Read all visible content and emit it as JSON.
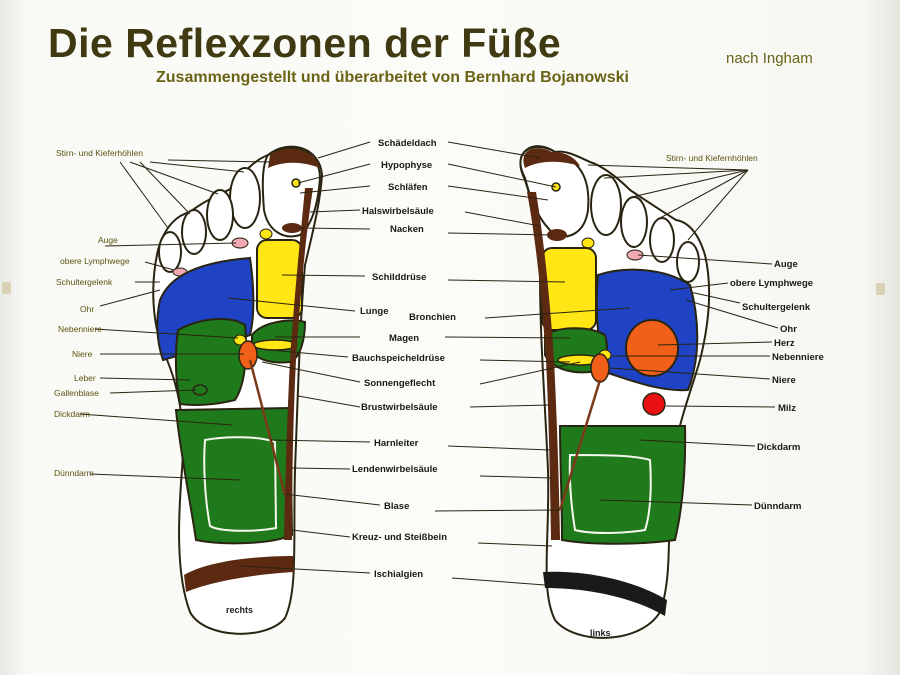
{
  "header": {
    "title": "Die Reflexzonen der Füße",
    "title_note": "nach Ingham",
    "subtitle": "Zusammengestellt und überarbeitet von Bernhard Bojanowski"
  },
  "feet": {
    "right_tag": "rechts",
    "left_tag": "links"
  },
  "labels": {
    "center": {
      "schaedeldach": "Schädeldach",
      "hypophyse": "Hypophyse",
      "schlaefen": "Schläfen",
      "halswirbelsaeule": "Halswirbelsäule",
      "nacken": "Nacken",
      "schilddruese": "Schilddrüse",
      "lunge": "Lunge",
      "bronchien": "Bronchien",
      "magen": "Magen",
      "bauchspeicheldruese": "Bauchspeicheldrüse",
      "sonnengeflecht": "Sonnengeflecht",
      "brustwirbelsaeule": "Brustwirbelsäule",
      "harnleiter": "Harnleiter",
      "lendenwirbelsaeule": "Lendenwirbelsäule",
      "blase": "Blase",
      "kreuz_steissbein": "Kreuz- und Steißbein",
      "ischialgien": "Ischialgien"
    },
    "left_side": {
      "stirn": "Stirn- und Kieferhöhlen",
      "auge": "Auge",
      "lymphwege": "obere Lymphwege",
      "schultergelenk": "Schultergelenk",
      "ohr": "Ohr",
      "nebenniere": "Nebenniere",
      "niere": "Niere",
      "leber": "Leber",
      "gallenblase": "Gallenblase",
      "dickdarm": "Dickdarm",
      "duenndarm": "Dünndarm"
    },
    "right_side": {
      "stirn": "Stirn- und Kiefernhöhlen",
      "auge": "Auge",
      "lymphwege": "obere Lymphwege",
      "schultergelenk": "Schultergelenk",
      "ohr": "Ohr",
      "herz": "Herz",
      "nebenniere": "Nebenniere",
      "niere": "Niere",
      "milz": "Milz",
      "dickdarm": "Dickdarm",
      "duenndarm": "Dünndarm"
    }
  },
  "colors": {
    "title": "#3f3a12",
    "subtitle": "#6b6416",
    "blue_zone": "#1f43c4",
    "yellow_zone": "#ffe614",
    "green_zone": "#1e7a1a",
    "brown_spine": "#5b2a10",
    "orange_zone": "#f06018",
    "red_zone": "#e81010",
    "pink_zone": "#f2a9b4"
  }
}
